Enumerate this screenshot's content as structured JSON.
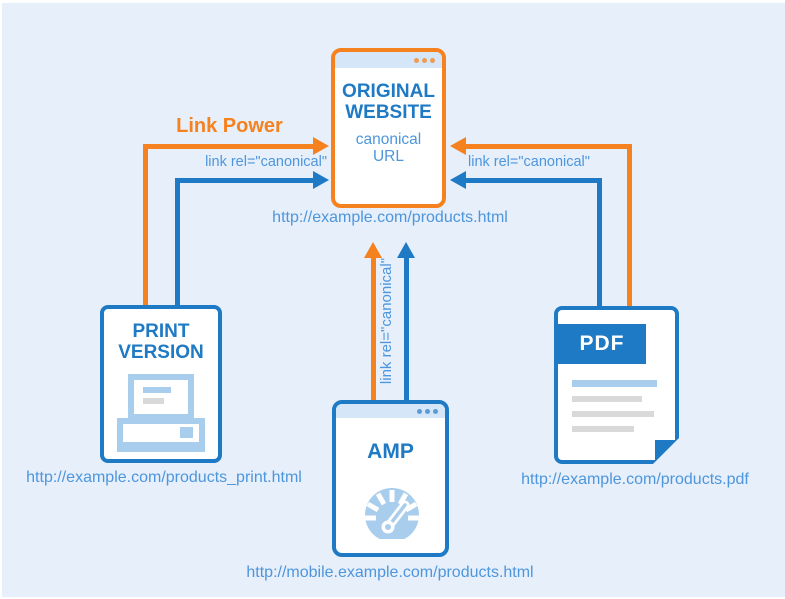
{
  "colors": {
    "bg": "#e6effa",
    "orange": "#f5821f",
    "blue": "#1e7ac4",
    "lightblue": "#a9cdec",
    "urlblue": "#4d96dd",
    "headerbar": "#d4e6f8",
    "gray": "#d9d9d9"
  },
  "nodes": {
    "original": {
      "title": "ORIGINAL WEBSITE",
      "subtitle": "canonical URL",
      "url": "http://example.com/products.html"
    },
    "print": {
      "title": "PRINT VERSION",
      "url": "http://example.com/products_print.html"
    },
    "amp": {
      "title": "AMP",
      "url": "http://mobile.example.com/products.html"
    },
    "pdf": {
      "title": "PDF",
      "url": "http://example.com/products.pdf"
    }
  },
  "labels": {
    "link_power": "Link Power",
    "canonical_left": "link rel=\"canonical\"",
    "canonical_right": "link rel=\"canonical\"",
    "canonical_amp": "link rel=\"canonical\""
  },
  "icons": {
    "printer": "printer-icon",
    "speedometer": "speedometer-icon",
    "window_dots": "window-dots-icon"
  }
}
